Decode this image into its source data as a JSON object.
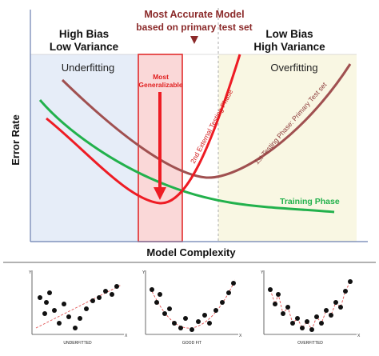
{
  "header": {
    "left_line1": "High Bias",
    "left_line2": "Low Variance",
    "center_line1": "Most Accurate Model",
    "center_line2": "based on primary test set",
    "right_line1": "Low Bias",
    "right_line2": "High Variance"
  },
  "regions": {
    "underfitting": "Underfitting",
    "overfitting": "Overfitting",
    "generalizable_line1": "Most",
    "generalizable_line2": "Generalizable"
  },
  "axes": {
    "ylabel": "Error Rate",
    "xlabel": "Model Complexity"
  },
  "curves": {
    "training": "Training Phase",
    "primary_test": "1st Testing Phase: Primary Test set",
    "external_test": "2nd External Testing Phase"
  },
  "mini_charts": {
    "axis_y": "Y",
    "axis_x": "X",
    "underfitted": "UNDERFITTED",
    "good_fit": "GOOD FIT",
    "overfitted": "OVERFITTED"
  },
  "colors": {
    "training": "#22b14c",
    "primary_test": "#a05050",
    "external_test": "#ee1c24",
    "title_red": "#8b2a2a",
    "underfit_bg": "#e6edf8",
    "overfit_bg": "#f9f7e3",
    "highlight": "#f2a0a0"
  }
}
